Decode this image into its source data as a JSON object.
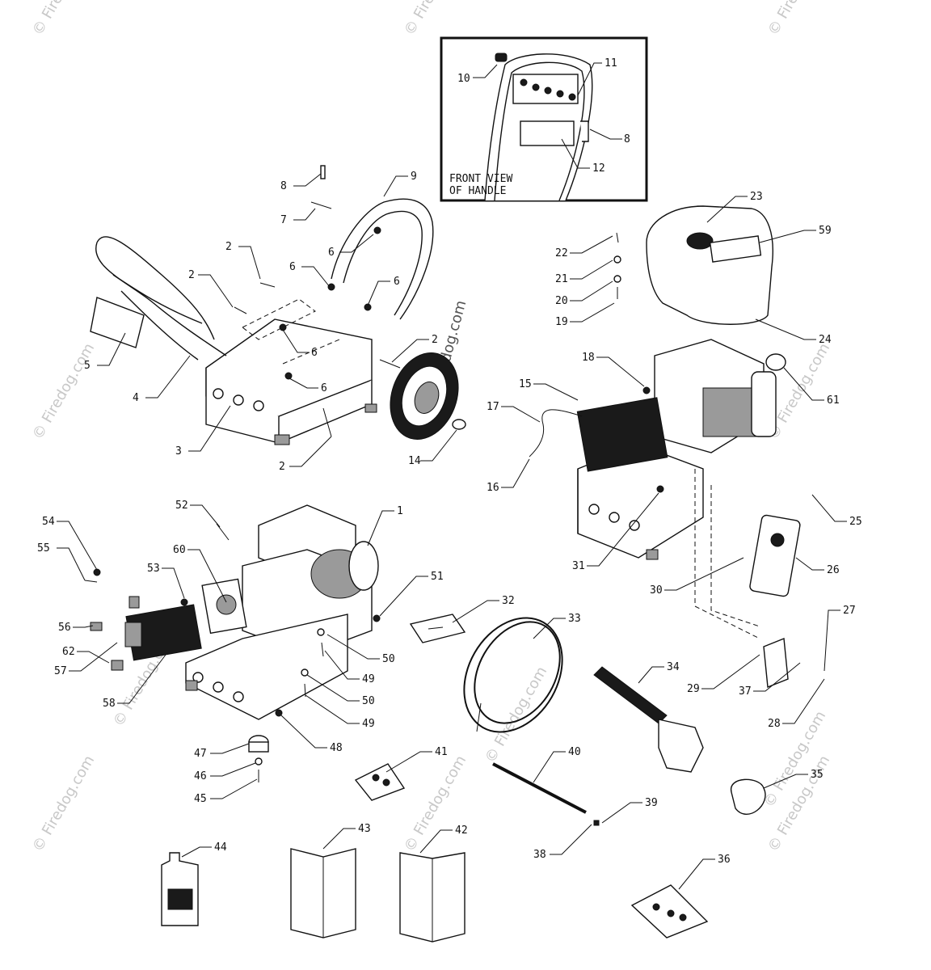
{
  "inset": {
    "caption_line1": "FRONT VIEW",
    "caption_line2": "OF HANDLE"
  },
  "watermarks": [
    "© Firedog.com",
    "© Firedog.com",
    "© Firedog.com",
    "© Firedog.com",
    "© Firedog.com",
    "© Firedog.com",
    "© Firedog.com",
    "© Firedog.com",
    "© Firedog.com",
    "© Firedog.com",
    "© Firedog.com",
    "Firedog.com"
  ],
  "callouts": [
    {
      "id": "c10",
      "label": "10"
    },
    {
      "id": "c11",
      "label": "11"
    },
    {
      "id": "c8a",
      "label": "8"
    },
    {
      "id": "c12",
      "label": "12"
    },
    {
      "id": "c8b",
      "label": "8"
    },
    {
      "id": "c9",
      "label": "9"
    },
    {
      "id": "c7",
      "label": "7"
    },
    {
      "id": "c2a",
      "label": "2"
    },
    {
      "id": "c6a",
      "label": "6"
    },
    {
      "id": "c2b",
      "label": "2"
    },
    {
      "id": "c6b",
      "label": "6"
    },
    {
      "id": "c6c",
      "label": "6"
    },
    {
      "id": "c6d",
      "label": "6"
    },
    {
      "id": "c6e",
      "label": "6"
    },
    {
      "id": "c2c",
      "label": "2"
    },
    {
      "id": "c5",
      "label": "5"
    },
    {
      "id": "c4",
      "label": "4"
    },
    {
      "id": "c3",
      "label": "3"
    },
    {
      "id": "c2d",
      "label": "2"
    },
    {
      "id": "c14",
      "label": "14"
    },
    {
      "id": "c23",
      "label": "23"
    },
    {
      "id": "c59",
      "label": "59"
    },
    {
      "id": "c22",
      "label": "22"
    },
    {
      "id": "c21",
      "label": "21"
    },
    {
      "id": "c20",
      "label": "20"
    },
    {
      "id": "c19",
      "label": "19"
    },
    {
      "id": "c24",
      "label": "24"
    },
    {
      "id": "c18",
      "label": "18"
    },
    {
      "id": "c61",
      "label": "61"
    },
    {
      "id": "c15",
      "label": "15"
    },
    {
      "id": "c17",
      "label": "17"
    },
    {
      "id": "c16",
      "label": "16"
    },
    {
      "id": "c25",
      "label": "25"
    },
    {
      "id": "c31",
      "label": "31"
    },
    {
      "id": "c26",
      "label": "26"
    },
    {
      "id": "c30",
      "label": "30"
    },
    {
      "id": "c27",
      "label": "27"
    },
    {
      "id": "c29",
      "label": "29"
    },
    {
      "id": "c37",
      "label": "37"
    },
    {
      "id": "c28",
      "label": "28"
    },
    {
      "id": "c52",
      "label": "52"
    },
    {
      "id": "c1",
      "label": "1"
    },
    {
      "id": "c54",
      "label": "54"
    },
    {
      "id": "c55",
      "label": "55"
    },
    {
      "id": "c60",
      "label": "60"
    },
    {
      "id": "c53",
      "label": "53"
    },
    {
      "id": "c51",
      "label": "51"
    },
    {
      "id": "c56",
      "label": "56"
    },
    {
      "id": "c62",
      "label": "62"
    },
    {
      "id": "c57",
      "label": "57"
    },
    {
      "id": "c50a",
      "label": "50"
    },
    {
      "id": "c49a",
      "label": "49"
    },
    {
      "id": "c50b",
      "label": "50"
    },
    {
      "id": "c58",
      "label": "58"
    },
    {
      "id": "c49b",
      "label": "49"
    },
    {
      "id": "c48",
      "label": "48"
    },
    {
      "id": "c47",
      "label": "47"
    },
    {
      "id": "c46",
      "label": "46"
    },
    {
      "id": "c45",
      "label": "45"
    },
    {
      "id": "c32",
      "label": "32"
    },
    {
      "id": "c33",
      "label": "33"
    },
    {
      "id": "c34",
      "label": "34"
    },
    {
      "id": "c41",
      "label": "41"
    },
    {
      "id": "c40",
      "label": "40"
    },
    {
      "id": "c35",
      "label": "35"
    },
    {
      "id": "c39",
      "label": "39"
    },
    {
      "id": "c38",
      "label": "38"
    },
    {
      "id": "c44",
      "label": "44"
    },
    {
      "id": "c43",
      "label": "43"
    },
    {
      "id": "c42",
      "label": "42"
    },
    {
      "id": "c36",
      "label": "36"
    }
  ]
}
